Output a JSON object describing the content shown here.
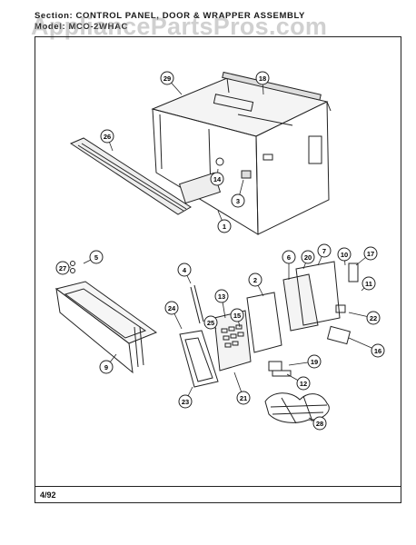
{
  "header": {
    "line1": "Section:  CONTROL  PANEL,  DOOR & WRAPPER  ASSEMBLY",
    "line2": "Model:  MCO-2WHAC"
  },
  "watermark": "AppliancePartsPros.com",
  "footer": {
    "code": "4/92"
  },
  "callouts": [
    "29",
    "18",
    "26",
    "14",
    "3",
    "1",
    "5",
    "27",
    "4",
    "24",
    "25",
    "13",
    "15",
    "2",
    "6",
    "20",
    "7",
    "10",
    "17",
    "11",
    "22",
    "16",
    "19",
    "12",
    "21",
    "28",
    "23",
    "9"
  ]
}
